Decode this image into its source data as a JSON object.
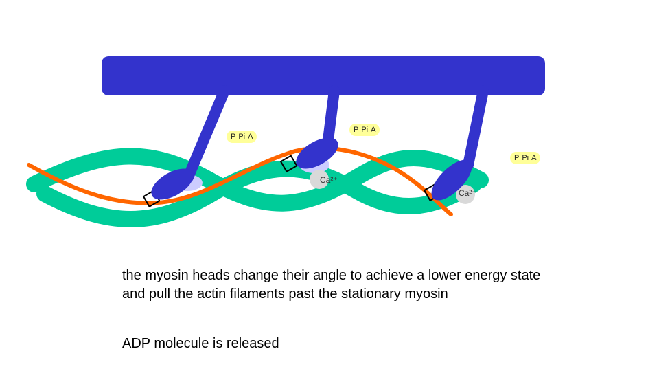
{
  "colors": {
    "myosin": "#3333cc",
    "actin": "#00cc99",
    "tropomyosin": "#ff6600",
    "phosphate_bubble": "#ffff99",
    "calcium": "#d9d9d9",
    "binding_site": "#ccccff"
  },
  "phosphate_groups": [
    {
      "p1": "P",
      "p2": "Pi",
      "adp": "A"
    },
    {
      "p1": "P",
      "p2": "Pi",
      "adp": "A"
    },
    {
      "p1": "P",
      "p2": "Pi",
      "adp": "A"
    }
  ],
  "calcium_labels": [
    "Ca²⁺",
    "Ca²⁺"
  ],
  "caption": {
    "main": "the myosin heads change their angle to achieve a lower energy state and pull the actin filaments past the stationary myosin",
    "sub": "ADP molecule is released"
  }
}
